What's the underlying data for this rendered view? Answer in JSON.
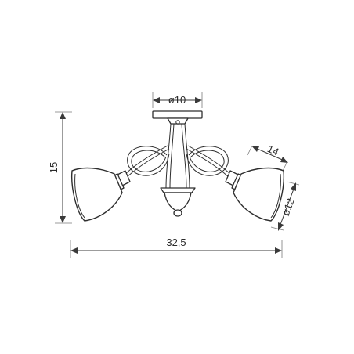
{
  "diagram": {
    "dimensions": {
      "canopy_diameter": "ø10",
      "height": "15",
      "shade_length": "14",
      "shade_diameter": "ø12",
      "overall_width": "32,5"
    }
  }
}
